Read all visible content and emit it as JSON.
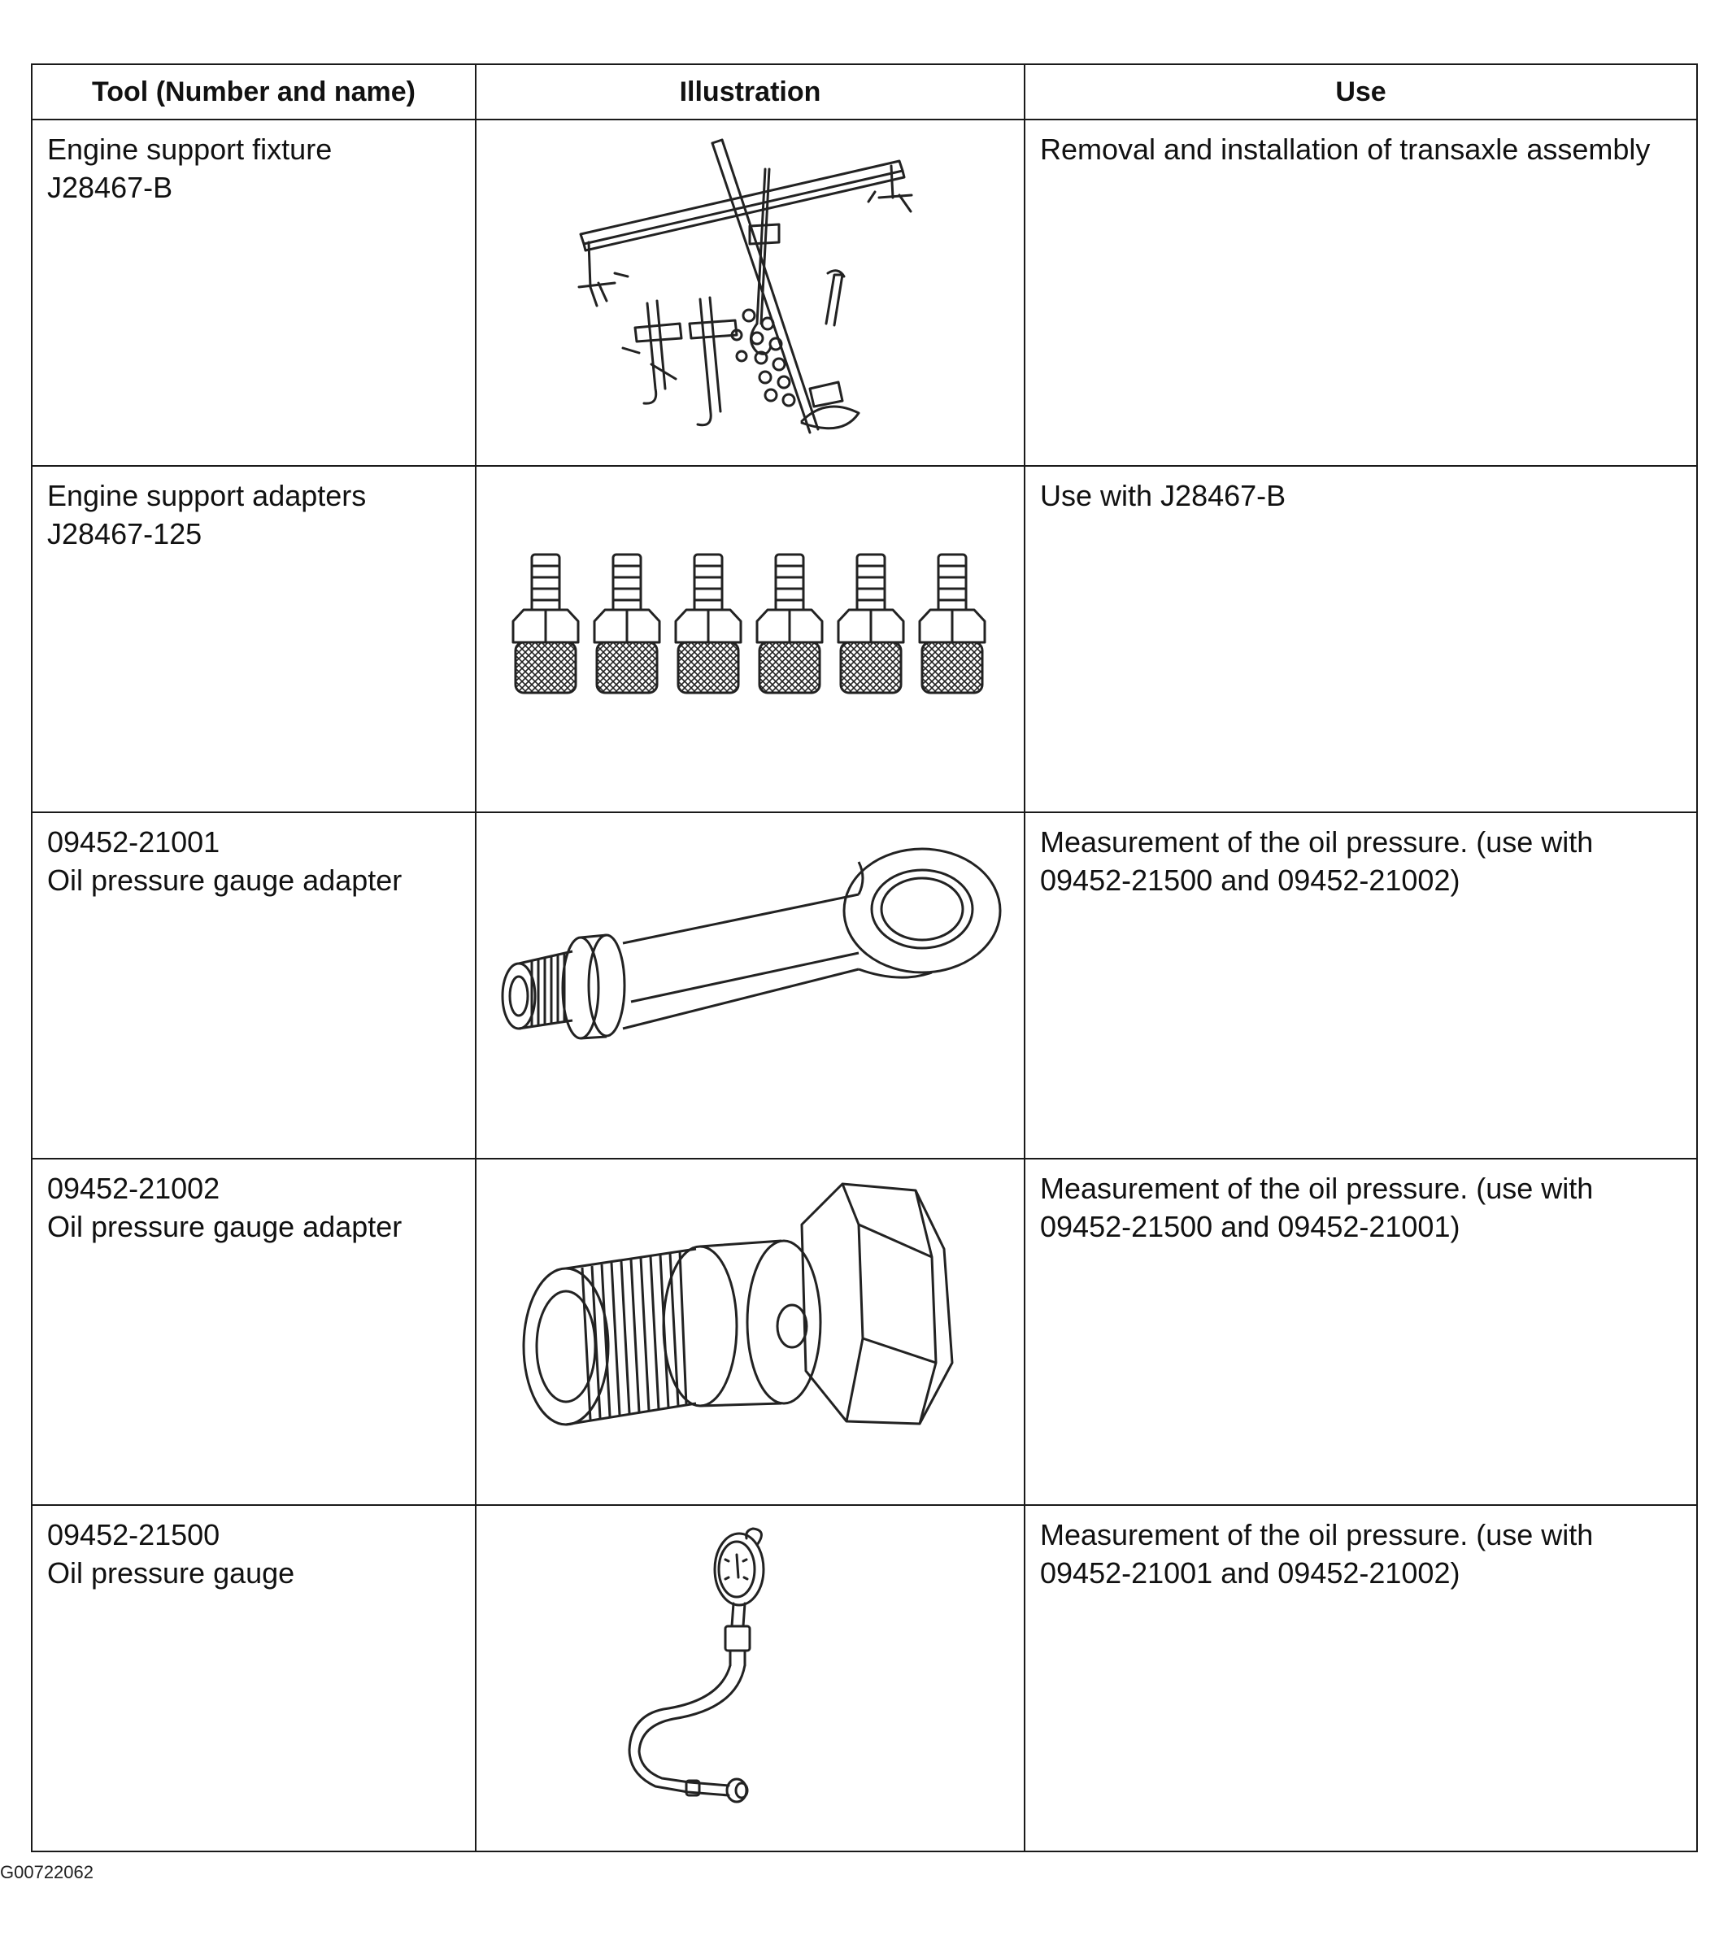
{
  "table": {
    "headers": {
      "tool": "Tool (Number and name)",
      "illustration": "Illustration",
      "use": "Use"
    },
    "rows": [
      {
        "tool_line1": "Engine support fixture",
        "tool_line2": "J28467-B",
        "illustration_icon": "engine-support-fixture-drawing",
        "use": "Removal and installation of transaxle assembly"
      },
      {
        "tool_line1": "Engine support adapters",
        "tool_line2": "J28467-125",
        "illustration_icon": "engine-support-adapters-drawing",
        "use": "Use with J28467-B"
      },
      {
        "tool_line1": "09452-21001",
        "tool_line2": "Oil pressure gauge adapter",
        "illustration_icon": "banjo-adapter-drawing",
        "use": "Measurement of the oil pressure. (use with 09452-21500 and 09452-21002)"
      },
      {
        "tool_line1": "09452-21002",
        "tool_line2": "Oil pressure gauge adapter",
        "illustration_icon": "hex-bolt-adapter-drawing",
        "use": "Measurement of the oil pressure. (use with 09452-21500 and 09452-21001)"
      },
      {
        "tool_line1": "09452-21500",
        "tool_line2": "Oil pressure gauge",
        "illustration_icon": "oil-pressure-gauge-drawing",
        "use": "Measurement of the oil pressure. (use with 09452-21001 and 09452-21002)"
      }
    ]
  },
  "figure_code": "G00722062"
}
